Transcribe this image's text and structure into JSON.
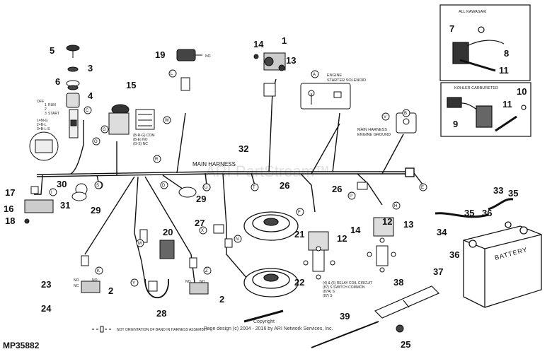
{
  "diagram_code": "MP35882",
  "harness_label": "MAIN HARNESS",
  "watermark": "ARI PartStream™",
  "copyright_line1": "Copyright",
  "copyright_line2": "Page design (c) 2004 - 2016 by ARI Network Services, Inc.",
  "inset_top_title": "ALL KAWASAKI",
  "inset_mid_title": "KOHLER CARBURETED",
  "note_bottom": "NOT ORIENTATION OF BAND IN HARNESS ASSEMBLY",
  "note_engine_starter": [
    "ENGINE",
    "STARTER SOLENOID"
  ],
  "note_engine_ground": [
    "MAIN HARNESS",
    "ENGINE GROUND"
  ],
  "note_key_positions": [
    "OFF",
    "1",
    "2",
    "RUN",
    "3",
    "START",
    "1=M-G",
    "2=B-L",
    "3=B-L-S"
  ],
  "note_pto": [
    "(B-R-G) COM",
    "(B-E) NO",
    "(G-S) NC"
  ],
  "note_relay": [
    "(4) & (6) RELAY COIL CIRCUIT",
    "(87) S SWITCH COMMON",
    "(87A) S",
    "(87) S"
  ],
  "no_labels": [
    "NO",
    "NO",
    "NO",
    "NO",
    "NO",
    "NC"
  ],
  "battery_label": "BATTERY",
  "callouts": [
    "1",
    "2",
    "2",
    "3",
    "4",
    "5",
    "6",
    "7",
    "8",
    "9",
    "10",
    "11",
    "11",
    "12",
    "12",
    "13",
    "13",
    "14",
    "14",
    "15",
    "16",
    "17",
    "18",
    "19",
    "20",
    "21",
    "22",
    "23",
    "24",
    "25",
    "26",
    "26",
    "27",
    "28",
    "29",
    "29",
    "30",
    "31",
    "32",
    "33",
    "34",
    "35",
    "35",
    "36",
    "36",
    "37",
    "38",
    "39"
  ],
  "connector_letters": [
    "A",
    "B",
    "C",
    "D",
    "E",
    "F",
    "G",
    "H",
    "I",
    "J",
    "K",
    "L",
    "M",
    "N",
    "O",
    "P",
    "Q",
    "R",
    "S",
    "T",
    "U",
    "V",
    "W",
    "X",
    "Y",
    "Z"
  ]
}
